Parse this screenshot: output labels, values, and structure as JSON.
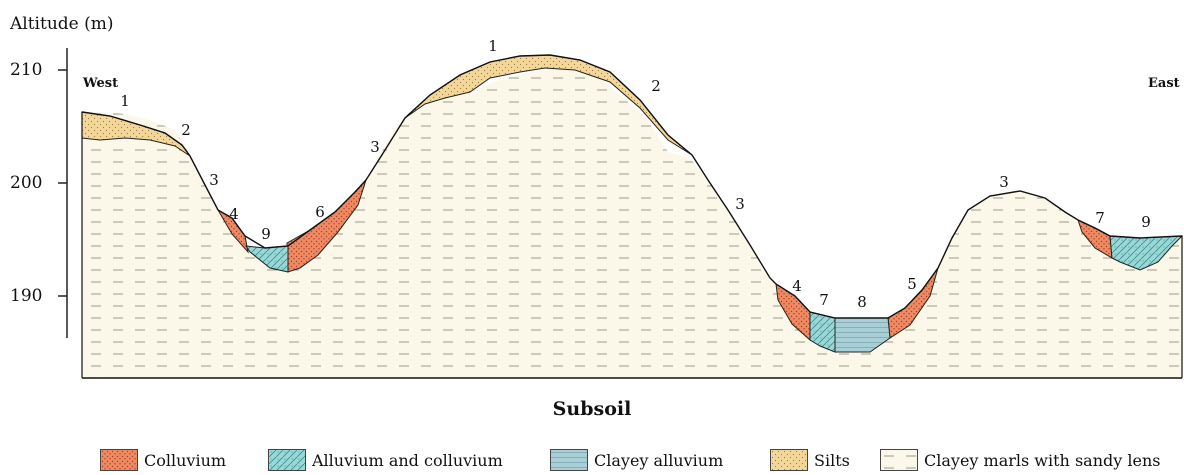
{
  "figure": {
    "y_axis_label": "Altitude (m)",
    "y_ticks": [
      "210",
      "200",
      "190"
    ],
    "west_label": "West",
    "east_label": "East",
    "zone_labels": [
      {
        "id": "w1",
        "text": "1"
      },
      {
        "id": "w2",
        "text": "2"
      },
      {
        "id": "w3",
        "text": "3"
      },
      {
        "id": "w4",
        "text": "4"
      },
      {
        "id": "w9",
        "text": "9"
      },
      {
        "id": "w6",
        "text": "6"
      },
      {
        "id": "h3",
        "text": "3"
      },
      {
        "id": "h1",
        "text": "1"
      },
      {
        "id": "h2",
        "text": "2"
      },
      {
        "id": "h3b",
        "text": "3"
      },
      {
        "id": "v4",
        "text": "4"
      },
      {
        "id": "v7",
        "text": "7"
      },
      {
        "id": "v8",
        "text": "8"
      },
      {
        "id": "v5",
        "text": "5"
      },
      {
        "id": "e3",
        "text": "3"
      },
      {
        "id": "e7",
        "text": "7"
      },
      {
        "id": "e9",
        "text": "9"
      }
    ],
    "subsoil_title": "Subsoil",
    "legend": [
      {
        "label": "Colluvium",
        "pattern": "colluvium"
      },
      {
        "label": "Alluvium and colluvium",
        "pattern": "alluvium"
      },
      {
        "label": "Clayey alluvium",
        "pattern": "clayey"
      },
      {
        "label": "Silts",
        "pattern": "silts"
      },
      {
        "label": "Clayey marls with sandy lens",
        "pattern": "marls"
      }
    ],
    "colors": {
      "colluvium": "#ef8a62",
      "alluvium": "#8fd6d3",
      "clayey_alluvium": "#a9cfd6",
      "silts": "#f3d79a",
      "marls": "#fbf8ea"
    }
  }
}
